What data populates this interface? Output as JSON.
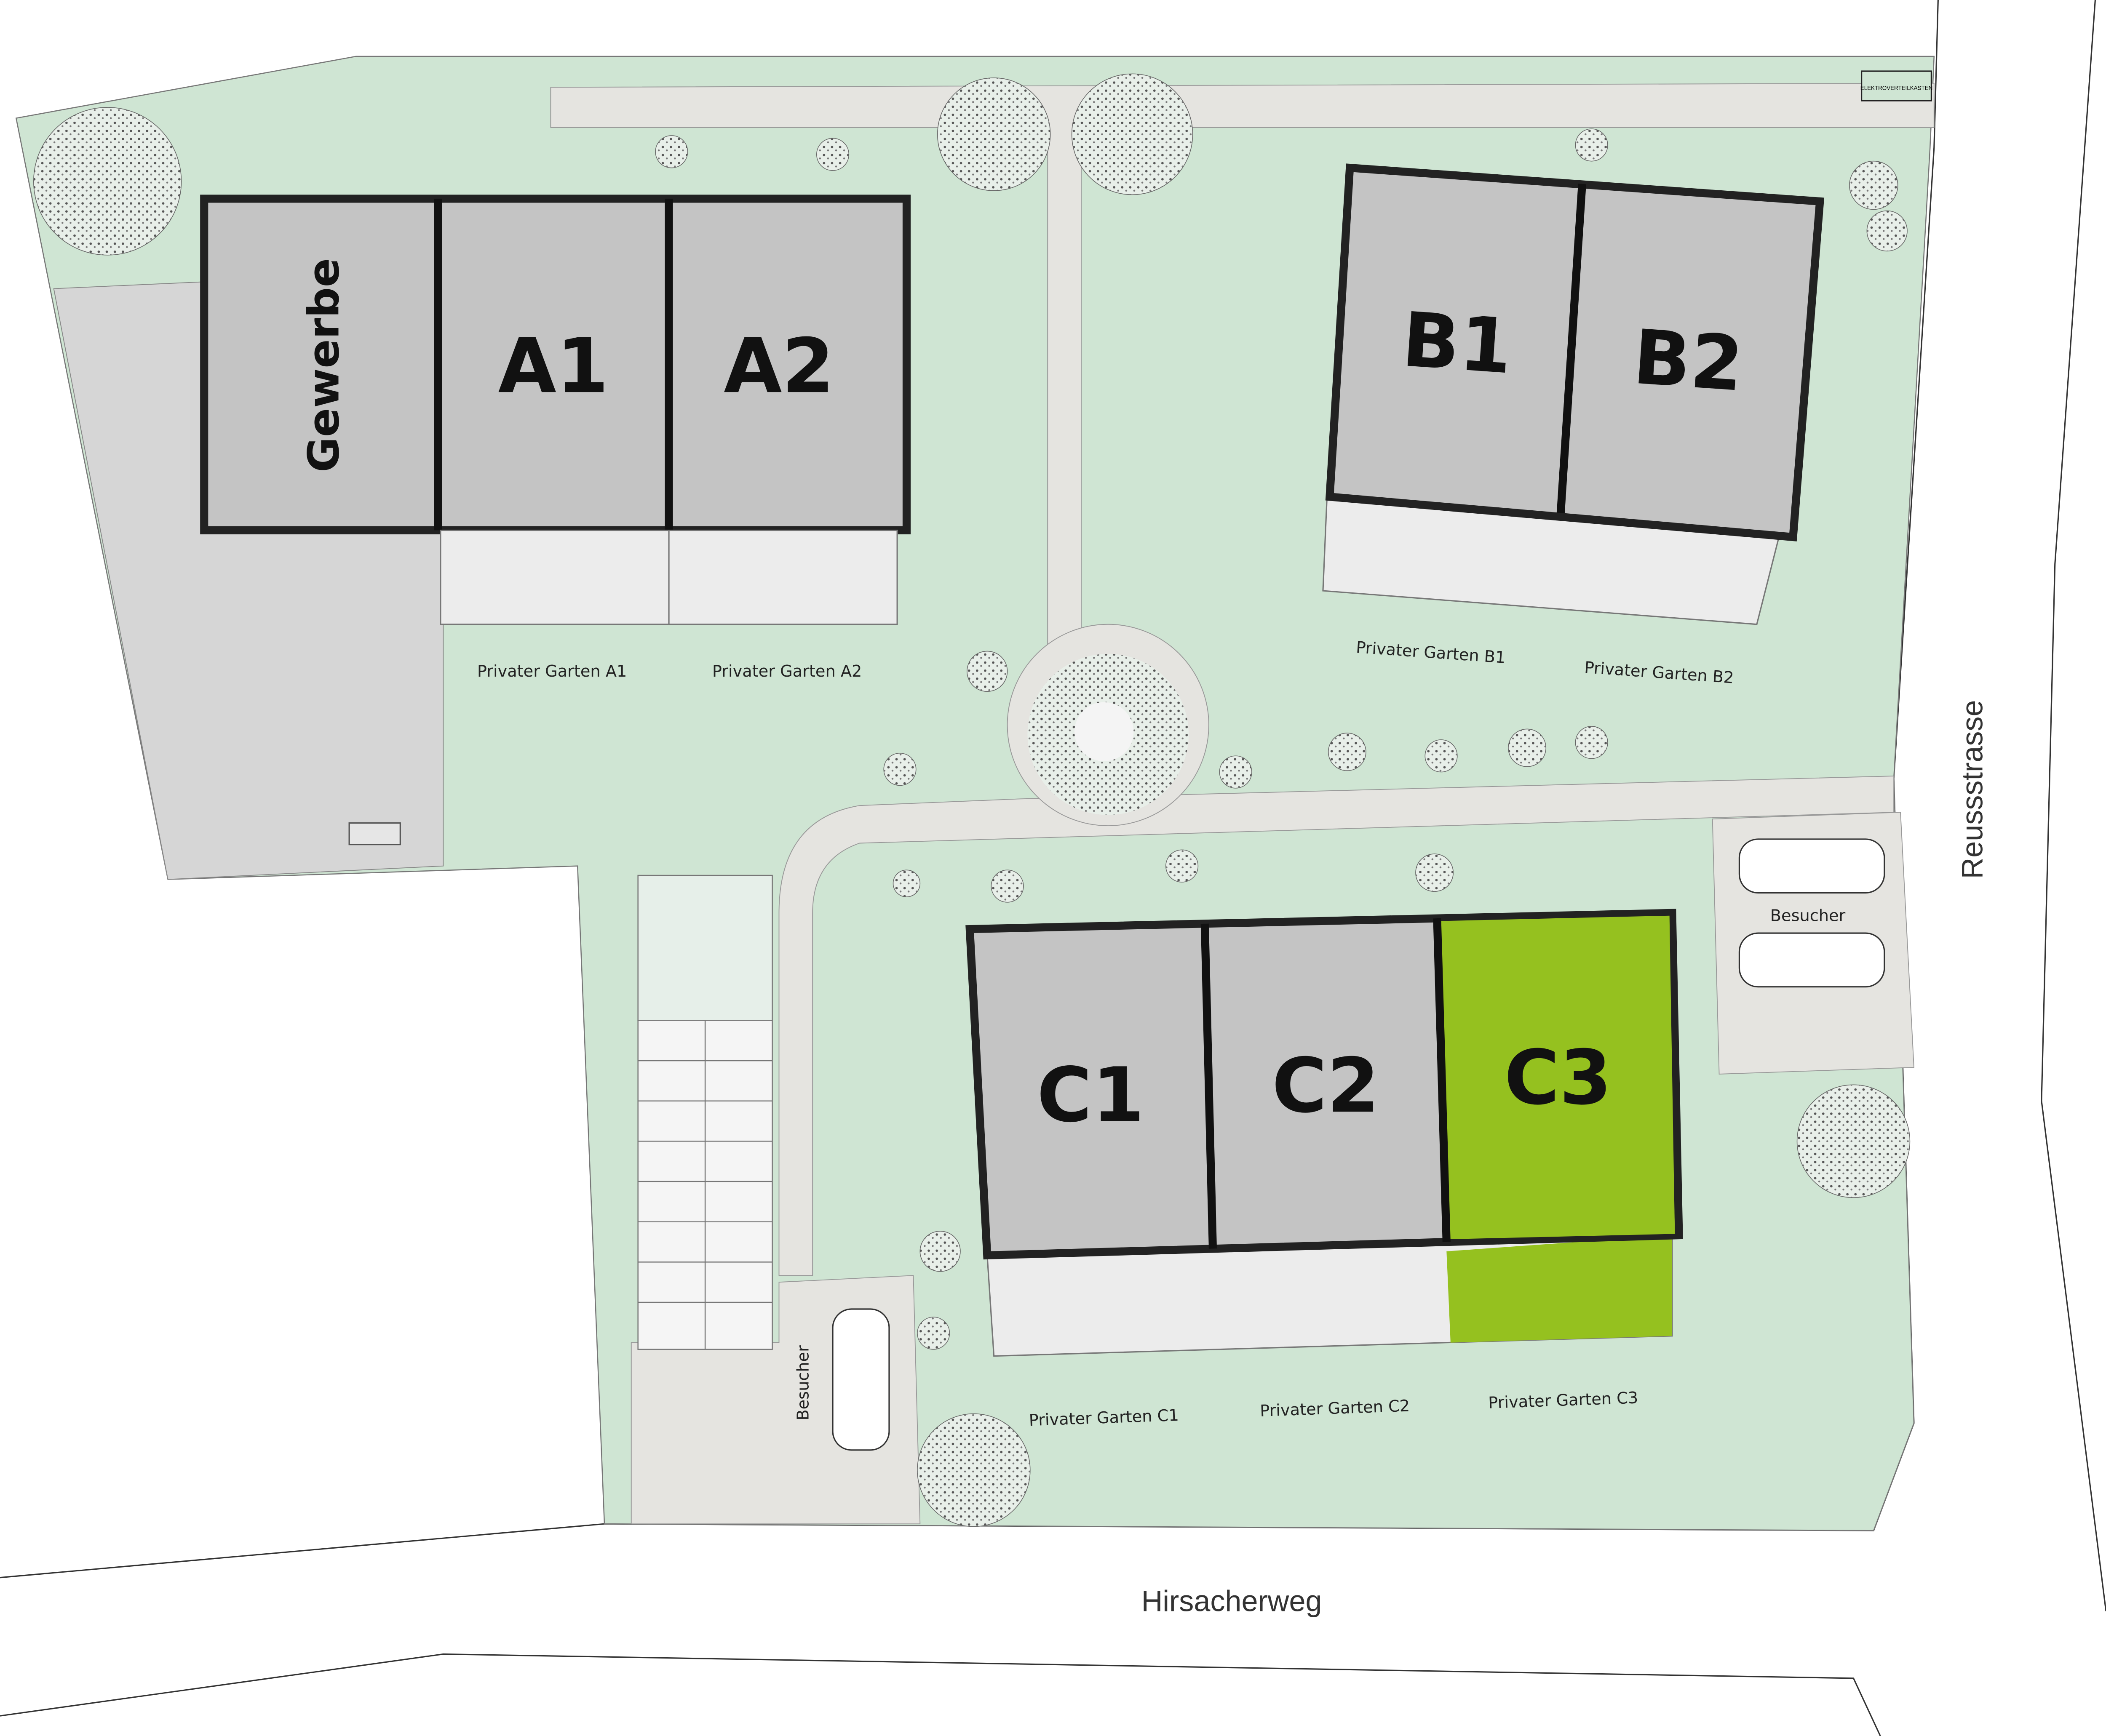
{
  "title": "Situationsplan",
  "buildings": {
    "gewerbe": "Gewerbe",
    "a1": "A1",
    "a2": "A2",
    "b1": "B1",
    "b2": "B2",
    "c1": "C1",
    "c2": "C2",
    "c3": "C3"
  },
  "gardens": {
    "a1": "Privater Garten A1",
    "a2": "Privater Garten A2",
    "b1": "Privater Garten B1",
    "b2": "Privater Garten B2",
    "c1": "Privater Garten C1",
    "c2": "Privater Garten C2",
    "c3": "Privater Garten C3"
  },
  "parking": {
    "visitor_right": "Besucher",
    "visitor_left": "Besucher"
  },
  "utility": "ELEKTROVERTEILKASTEN",
  "streets": {
    "south": "Hirsacherweg",
    "east": "Reussstrasse"
  },
  "colors": {
    "grass": "#cfe5d3",
    "building": "#c4c4c4",
    "highlight": "#95c11f",
    "path": "#e5e4e0",
    "paved": "#d6d6d6"
  }
}
